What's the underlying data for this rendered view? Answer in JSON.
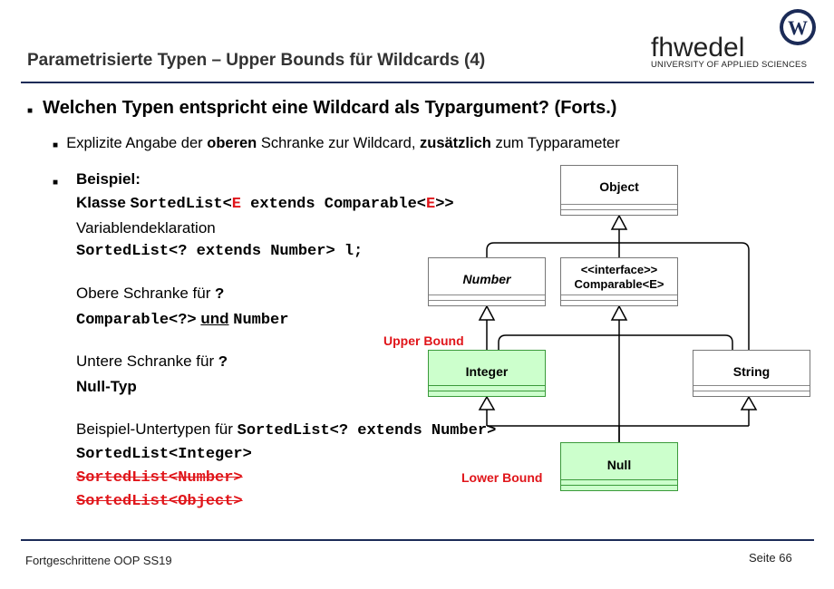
{
  "header": {
    "title": "Parametrisierte Typen – Upper Bounds für Wildcards (4)",
    "logo_name": "fhwedel",
    "logo_sub": "UNIVERSITY OF APPLIED SCIENCES",
    "logo_mark": "W"
  },
  "content": {
    "bullet1": "Welchen Typen entspricht eine Wildcard als Typargument? (Forts.)",
    "bullet2_pre": "Explizite Angabe der ",
    "bullet2_b1": "oberen",
    "bullet2_mid": " Schranke zur Wildcard, ",
    "bullet2_b2": "zusätzlich",
    "bullet2_post": " zum Typparameter",
    "beispiel": "Beispiel:",
    "klasse_word": "Klasse ",
    "klasse_code_a": "SortedList<",
    "klasse_code_e1": "E",
    "klasse_code_b": " extends Comparable<",
    "klasse_code_e2": "E",
    "klasse_code_c": ">>",
    "var_label": "Variablendeklaration",
    "var_code": "SortedList<? extends Number> l;",
    "upper_text": "Obere Schranke für ",
    "upper_q": "?",
    "upper_code1": "Comparable<?>",
    "upper_und": "und",
    "upper_code2": "Number",
    "lower_text": "Untere Schranke für ",
    "lower_q": "?",
    "lower_type": "Null-Typ",
    "sub_text": "Beispiel-Untertypen für ",
    "sub_code": "SortedList<? extends Number>",
    "sub_1": "SortedList<Integer>",
    "sub_2": "SortedList<Number>",
    "sub_3": "SortedList<Object>"
  },
  "diagram": {
    "object": "Object",
    "number": "Number",
    "comparable_line1": "<<interface>>",
    "comparable_line2": "Comparable<E>",
    "integer": "Integer",
    "string": "String",
    "null": "Null",
    "upper_bound": "Upper Bound",
    "lower_bound": "Lower Bound"
  },
  "footer": {
    "course": "Fortgeschrittene OOP SS19",
    "page": "Seite 66"
  },
  "colors": {
    "accent_red": "#e0151a",
    "rule_navy": "#1b2b57",
    "bound_green": "#ccffcc"
  }
}
